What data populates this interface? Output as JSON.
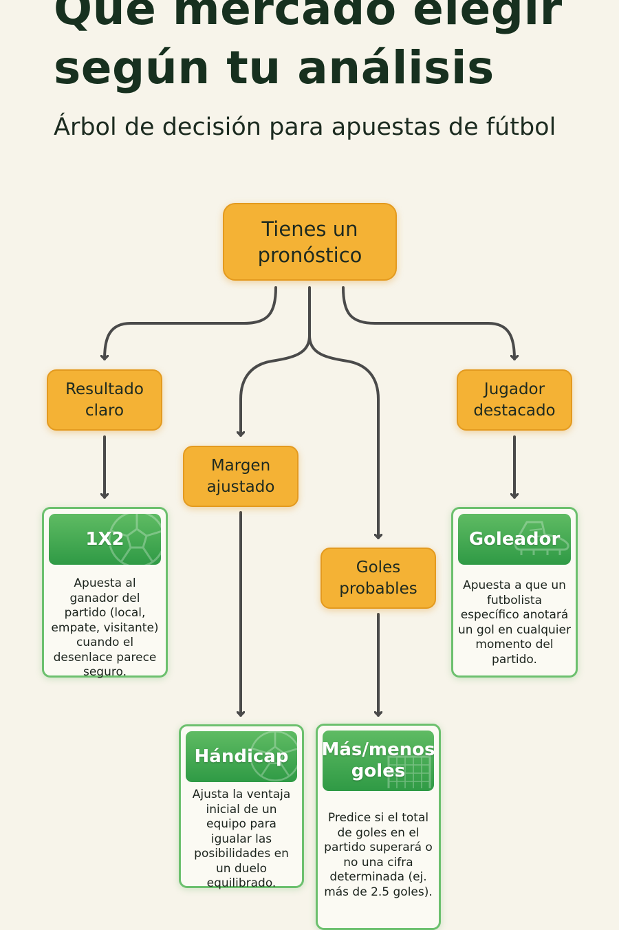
{
  "header": {
    "title": "Qué mercado elegir según tu análisis",
    "subtitle": "Árbol de decisión para apuestas de fútbol"
  },
  "tree": {
    "root": "Tienes un pronóstico",
    "branches": [
      {
        "condition": "Resultado claro",
        "market": "1X2",
        "description": "Apuesta al ganador del partido (local, empate, visitante) cuando el desenlace parece seguro."
      },
      {
        "condition": "Margen ajustado",
        "market": "Hándicap",
        "description": "Ajusta la ventaja inicial de un equipo para igualar las posibilidades en un duelo equilibrado."
      },
      {
        "condition": "Goles probables",
        "market": "Más/menos goles",
        "description": "Predice si el total de goles en el partido superará o no una cifra determinada (ej. más de 2.5 goles)."
      },
      {
        "condition": "Jugador destacado",
        "market": "Goleador",
        "description": "Apuesta a que un futbolista específico anotará un gol en cualquier momento del partido."
      }
    ]
  },
  "colors": {
    "background": "#f7f4ea",
    "decision_node": "#f4b235",
    "market_card_border": "#6cc06e",
    "market_card_header": "#3aa24c",
    "arrow": "#4a4a4a"
  },
  "icons": [
    "soccer-ball-icon",
    "soccer-ball-icon",
    "goal-net-icon",
    "football-boot-icon"
  ]
}
